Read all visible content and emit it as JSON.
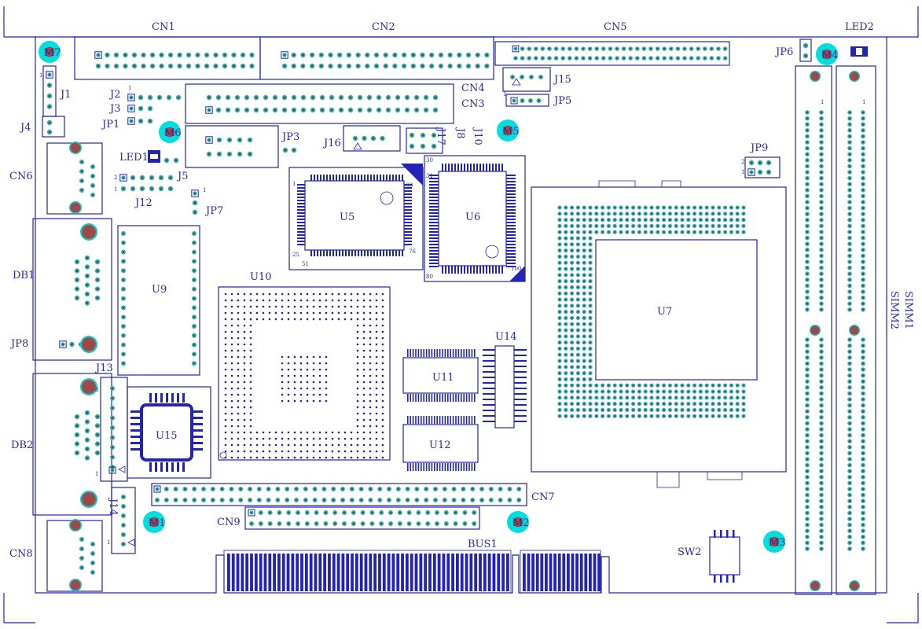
{
  "colors": {
    "outline": "#2323b8",
    "label": "#2a2aa8",
    "pad_ring": "#19c3c3",
    "pad_core": "#8b3a3a",
    "hole_fill": "#00dede",
    "hole_core": "#9b4a4a",
    "dot": "#2020a8"
  },
  "connectors": {
    "cn1": "CN1",
    "cn2": "CN2",
    "cn3": "CN3",
    "cn4": "CN4",
    "cn5": "CN5",
    "cn6": "CN6",
    "cn7": "CN7",
    "cn8": "CN8",
    "cn9": "CN9",
    "db1": "DB1",
    "db2": "DB2",
    "bus1": "BUS1"
  },
  "jumpers": {
    "j1": "J1",
    "j2": "J2",
    "j3": "J3",
    "j4": "J4",
    "j5": "J5",
    "j8": "J8",
    "j10": "J10",
    "j12": "J12",
    "j13": "J13",
    "j14": "J14",
    "j15": "J15",
    "j16": "J16",
    "j17": "J17",
    "jp1": "JP1",
    "jp3": "JP3",
    "jp5": "JP5",
    "jp6": "JP6",
    "jp7": "JP7",
    "jp8": "JP8",
    "jp9": "JP9"
  },
  "chips": {
    "u5": "U5",
    "u6": "U6",
    "u7": "U7",
    "u9": "U9",
    "u10": "U10",
    "u11": "U11",
    "u12": "U12",
    "u14": "U14",
    "u15": "U15"
  },
  "holes": {
    "m1": "M1",
    "m2": "M2",
    "m3": "M3",
    "m4": "M4",
    "m5": "M5",
    "m6": "M6",
    "m7": "M7"
  },
  "misc": {
    "led1": "LED1",
    "led2": "LED2",
    "sw2": "SW2",
    "simm1": "SIMM1",
    "simm2": "SIMM2",
    "pin1": "1",
    "pin2": "2",
    "pin8": "8",
    "u5_p1": "1",
    "u5_p25": "25",
    "u5_p51": "51",
    "u5_p76": "76",
    "u5_p100": "100",
    "u6_p30": "30",
    "u6_p31": "31",
    "u6_p80": "80",
    "u6_p100": "100"
  }
}
